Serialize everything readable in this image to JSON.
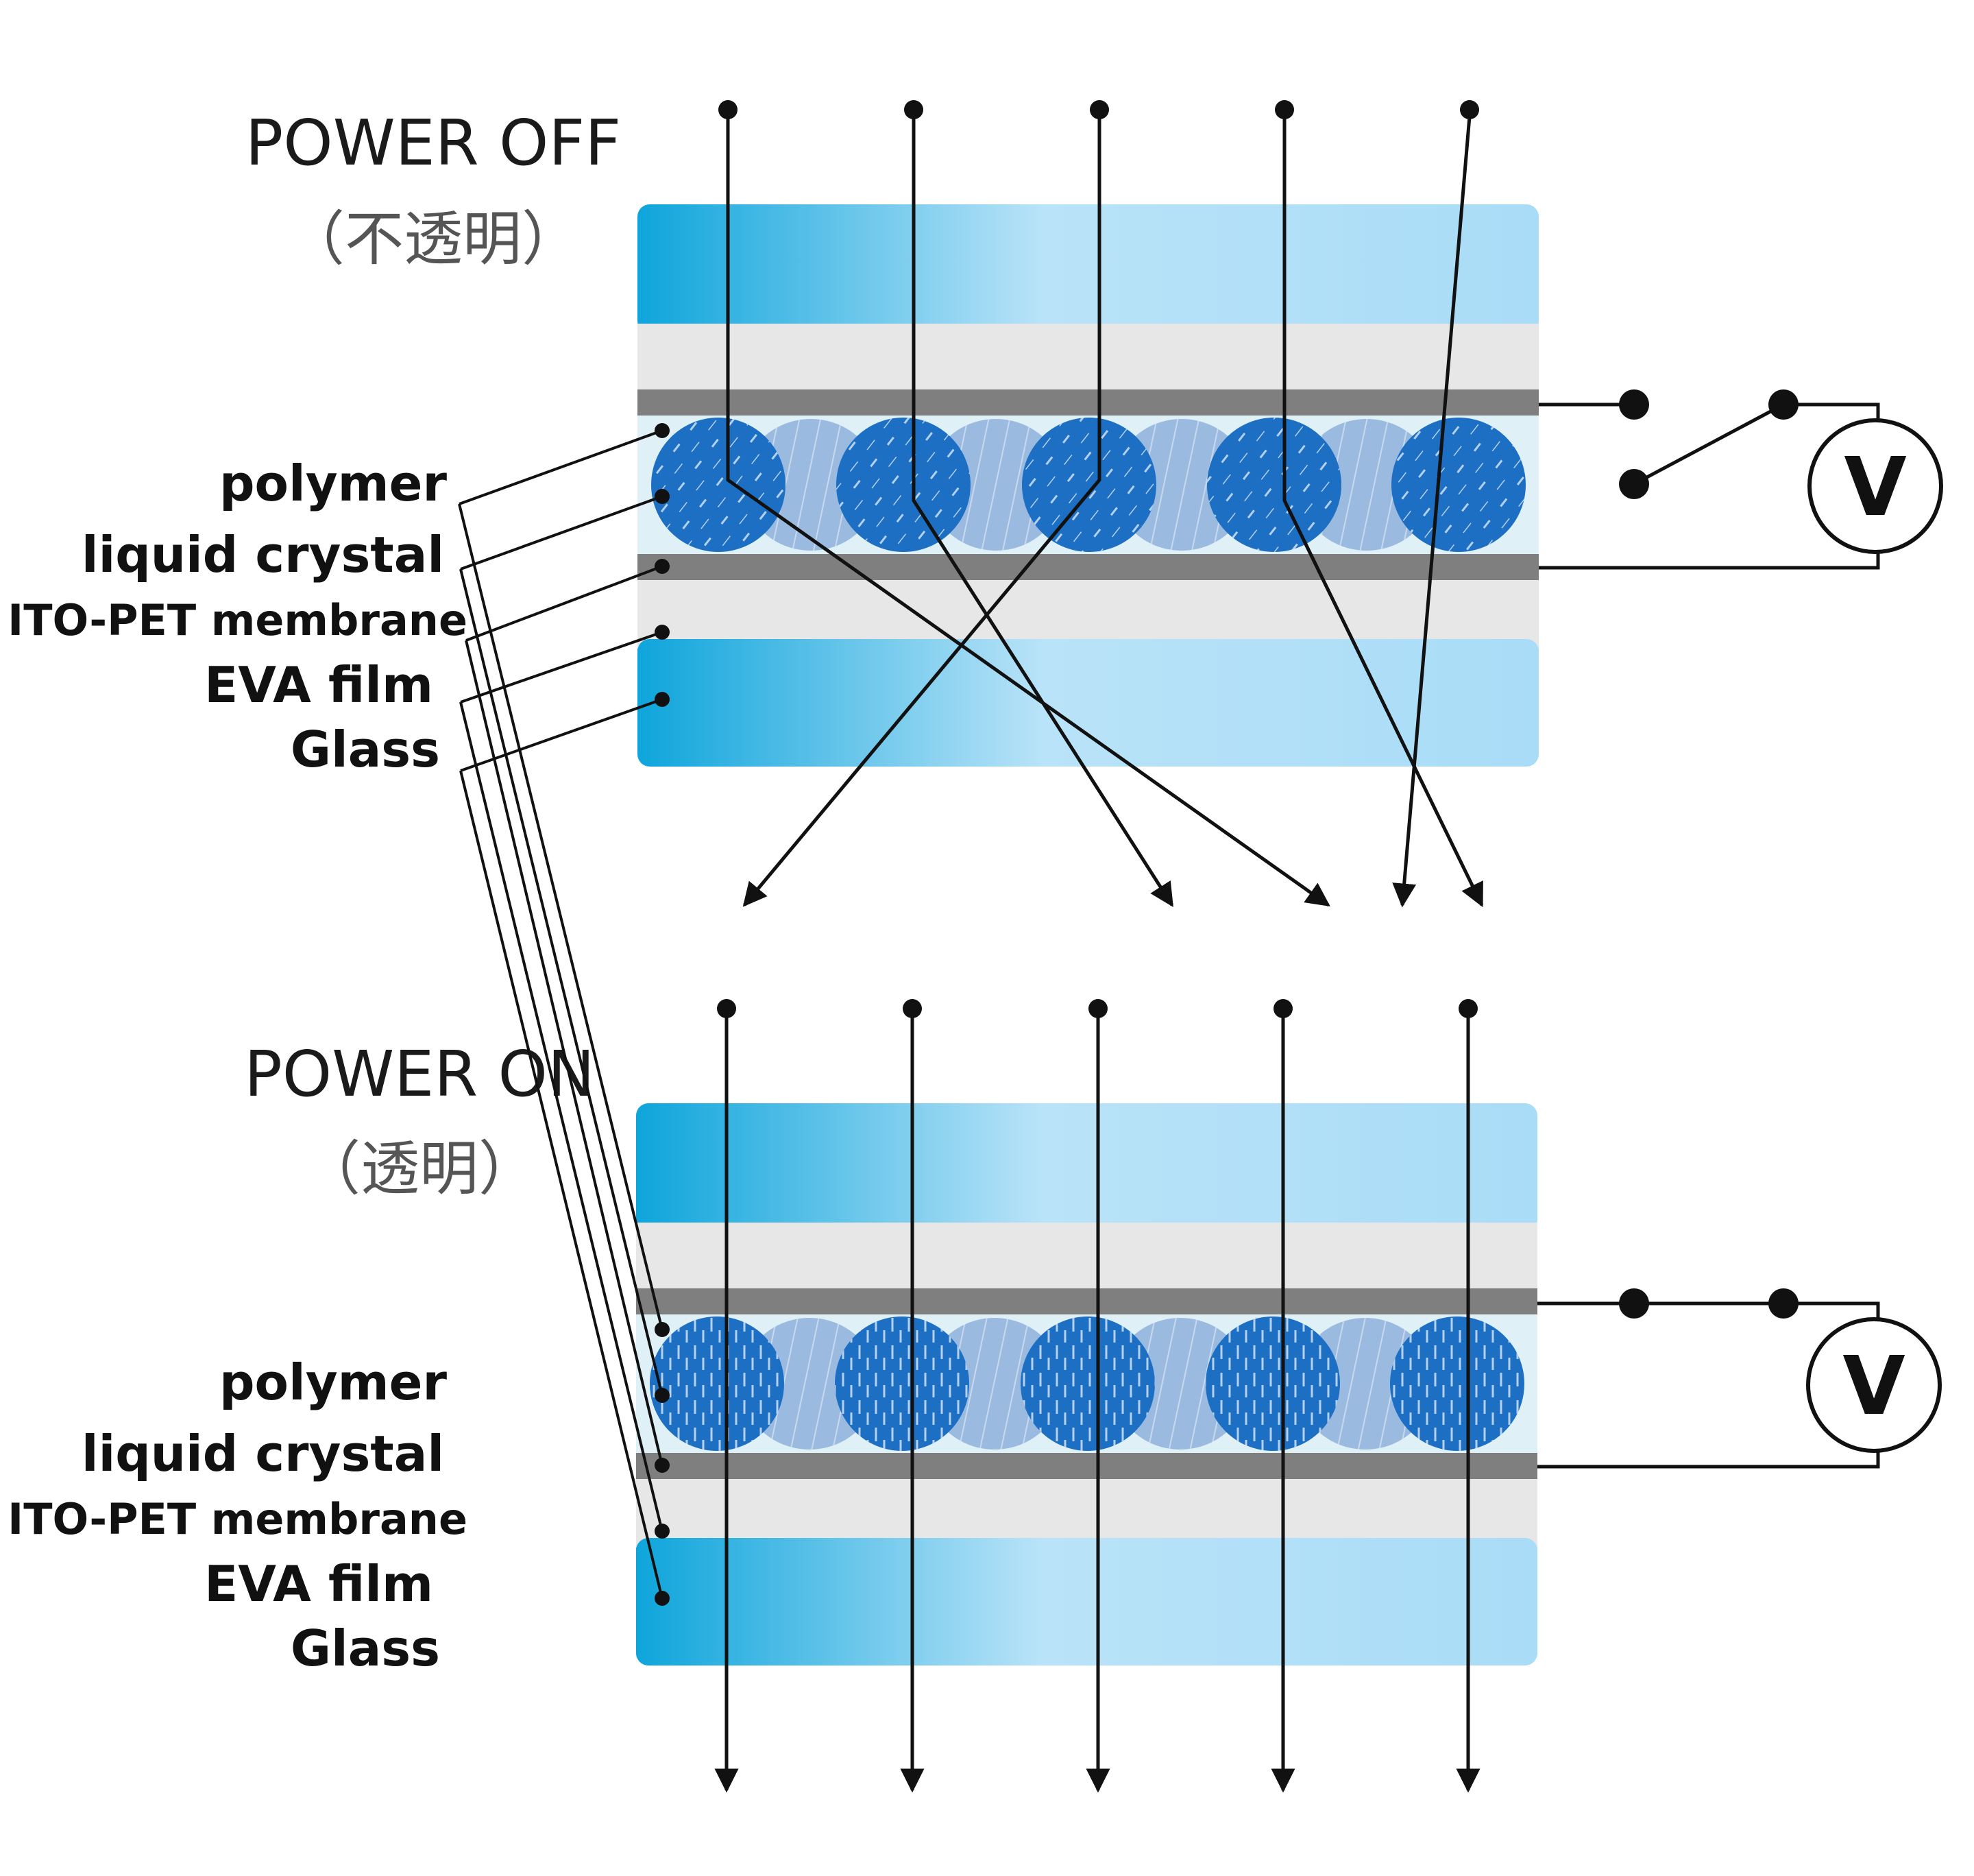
{
  "panels": [
    {
      "id": "off",
      "title": "POWER OFF",
      "subtitle": "（不透明）",
      "switch_closed": false,
      "lc_orientation": "random",
      "light_paths": "scattered",
      "layer_labels": [
        "polymer",
        "liquid crystal",
        "ITO-PET membrane",
        "EVA film",
        "Glass"
      ],
      "meter_label": "V"
    },
    {
      "id": "on",
      "title": "POWER ON",
      "subtitle": "（透明）",
      "switch_closed": true,
      "lc_orientation": "aligned",
      "light_paths": "straight",
      "layer_labels": [
        "polymer",
        "liquid crystal",
        "ITO-PET membrane",
        "EVA film",
        "Glass"
      ],
      "meter_label": "V"
    }
  ],
  "colors": {
    "glass_dark": "#0ea5db",
    "glass_light": "#b9e3f8",
    "eva": "#e7e7e7",
    "ito": "#7f7f7f",
    "polymer_bg": "#dff0f7",
    "lc_droplet": "#1d6fc4",
    "polymer_droplet": "#8fb0dc",
    "line": "#111111"
  }
}
